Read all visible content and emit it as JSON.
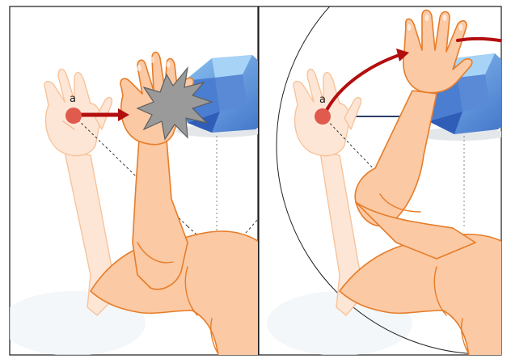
{
  "label_a_left": "a",
  "label_a_right": "a",
  "colors": {
    "skin": "#fbc9a3",
    "skin_outline": "#e67d2a",
    "skin_pale": "#fde6d6",
    "ball_light": "#7cb6ea",
    "ball_dark": "#3d6fc7",
    "impact": "#9a9a9a",
    "arrow_red": "#b30e0e",
    "point_a": "#e05a4e",
    "navy_line": "#2c3e66"
  },
  "icons": [
    "impact-burst-icon",
    "ball-icon",
    "direction-arrow-icon",
    "arc-arrow-icon",
    "point-a-marker"
  ]
}
